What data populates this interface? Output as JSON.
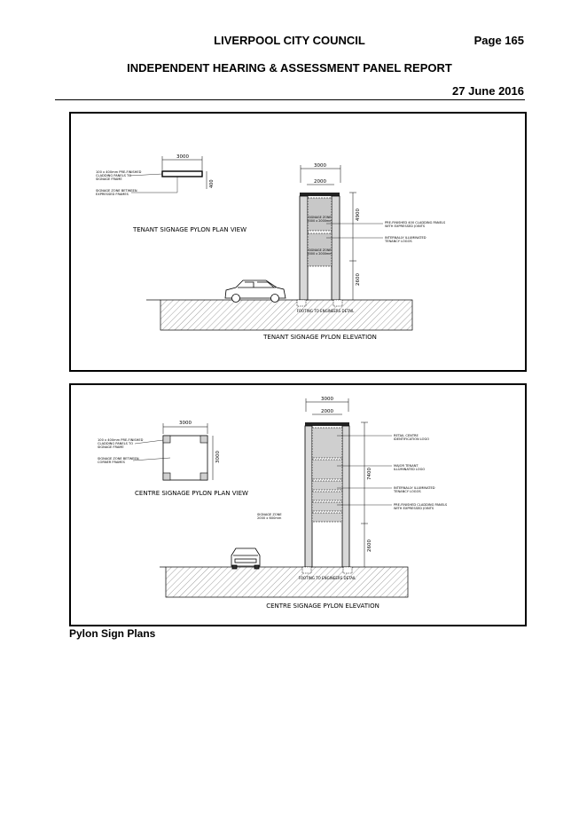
{
  "header": {
    "council": "LIVERPOOL CITY COUNCIL",
    "page": "Page 165",
    "report": "INDEPENDENT HEARING & ASSESSMENT PANEL REPORT",
    "date": "27 June 2016"
  },
  "panel1": {
    "plan_title": "TENANT SIGNAGE PYLON PLAN VIEW",
    "elevation_title": "TENANT SIGNAGE PYLON ELEVATION",
    "plan_dim_width": "3000",
    "plan_dim_depth": "400",
    "plan_note1_a": "100 x 400mm PRE-FINISHED",
    "plan_note1_b": "CLADDING PANELS TO",
    "plan_note1_c": "SIGNAGE FRAME",
    "plan_note2_a": "SIGNAGE ZONE BETWEEN",
    "plan_note2_b": "EXPRESSED FRAMES",
    "dim_overall": "3000",
    "dim_inner": "2000",
    "dim_sign_height": "4900",
    "dim_post_height": "2600",
    "zone1_a": "SIGNAGE ZONE",
    "zone1_b": "2000 x 2000mm",
    "zone2_a": "SIGNAGE ZONE",
    "zone2_b": "2000 x 2000mm",
    "note_cladding_a": "PRE-FINISHED 400 CLADDING PANELS",
    "note_cladding_b": "WITH EXPRESSED JOINTS",
    "note_illum_a": "INTERNALLY ILLUMINATED",
    "note_illum_b": "TENANCY LOGOS",
    "footing": "FOOTING TO ENGINEERS DETAIL"
  },
  "panel2": {
    "plan_title": "CENTRE SIGNAGE PYLON PLAN VIEW",
    "elevation_title": "CENTRE SIGNAGE PYLON ELEVATION",
    "plan_dim_width": "3000",
    "plan_dim_depth": "3000",
    "plan_note1_a": "100 x 400mm PRE-FINISHED",
    "plan_note1_b": "CLADDING PANELS TO",
    "plan_note1_c": "SIGNAGE FRAME",
    "plan_note2_a": "SIGNAGE ZONE BETWEEN",
    "plan_note2_b": "CORNER FRAMES",
    "dim_overall": "3000",
    "dim_inner": "2000",
    "dim_sign_height": "7400",
    "dim_post_height": "2600",
    "zone_note_a": "SIGNAGE ZONE",
    "zone_note_b": "2000 x 600mm",
    "note_retail_a": "RETAIL CENTRE",
    "note_retail_b": "IDENTIFICATION LOGO",
    "note_major_a": "MAJOR TENANT",
    "note_major_b": "ILLUMINATED LOGO",
    "note_illum_a": "INTERNALLY ILLUMINATED",
    "note_illum_b": "TENANCY LOGOS",
    "note_cladding_a": "PRE-FINISHED CLADDING PANELS",
    "note_cladding_b": "WITH EXPRESSED JOINTS",
    "footing": "FOOTING TO ENGINEERS DETAIL"
  },
  "caption": "Pylon Sign Plans"
}
